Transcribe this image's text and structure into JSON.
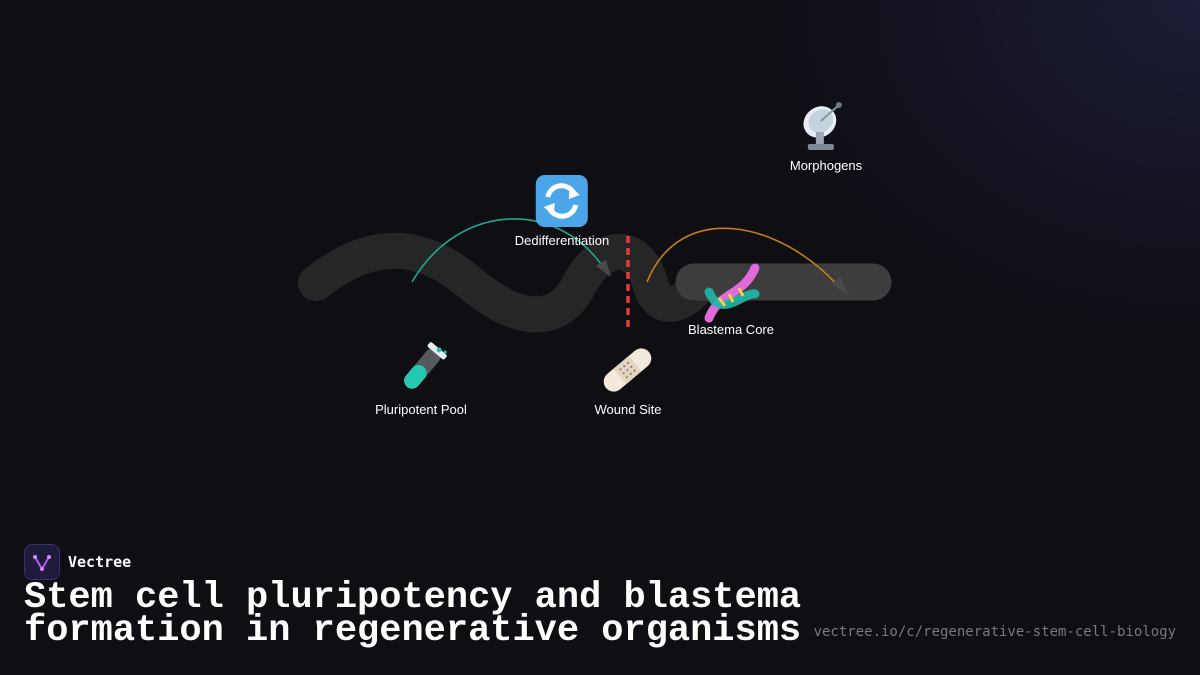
{
  "diagram": {
    "nodes": {
      "morphogens": {
        "label": "Morphogens",
        "icon": "satellite-dish-icon"
      },
      "dedifferentiation": {
        "label": "Dedifferentiation",
        "icon": "cycle-arrows-icon"
      },
      "blastema_core": {
        "label": "Blastema Core",
        "icon": "dna-icon"
      },
      "pluripotent_pool": {
        "label": "Pluripotent Pool",
        "icon": "test-tube-icon"
      },
      "wound_site": {
        "label": "Wound Site",
        "icon": "bandage-icon"
      }
    },
    "colors": {
      "teal_arrow": "#1fa88e",
      "amber_arrow": "#c47f1a",
      "wound_line": "#e53935",
      "track": "#262626",
      "track_straight": "#3d3d3d"
    }
  },
  "brand": {
    "name": "Vectree"
  },
  "title": "Stem cell pluripotency and blastema formation in regenerative organisms",
  "url": "vectree.io/c/regenerative-stem-cell-biology"
}
